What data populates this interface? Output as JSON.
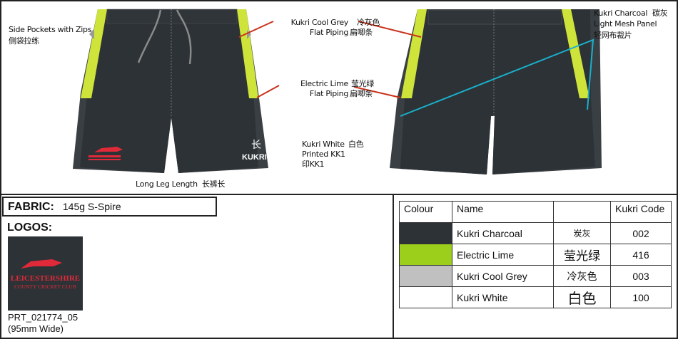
{
  "annotations": {
    "side_pockets": "Side Pockets with Zips",
    "side_pockets_cn": "侧袋拉练",
    "cool_grey": "Kukri Cool Grey",
    "cool_grey_cn": "冷灰色",
    "flat_piping": "Flat Piping",
    "flat_piping_cn": "扁唧条",
    "electric_lime": "Electric Lime",
    "electric_lime_cn": "莹光绿",
    "flat_piping2": "Flat Piping",
    "flat_piping2_cn": "扁唧条",
    "kukri_white": "Kukri White",
    "kukri_white_cn": "白色",
    "printed": "Printed KK1",
    "printed_cn": "印KK1",
    "long_leg": "Long Leg Length",
    "long_leg_cn": "长裤长",
    "charcoal": "Kukri Charcoal",
    "charcoal_cn": "碳灰",
    "mesh": "Light Mesh Panel",
    "mesh_cn": "轻网布裁片",
    "brand_mark": "KUKRI",
    "brand_glyph": "长"
  },
  "fabric": {
    "label": "FABRIC:",
    "value": "145g S-Spire"
  },
  "logos": {
    "label": "LOGOS:",
    "logo_line1": "LEICESTERSHIRE",
    "logo_line2": "COUNTY CRICKET CLUB",
    "code": "PRT_021774_05",
    "size": "(95mm Wide)"
  },
  "colour_table": {
    "headers": [
      "Colour",
      "Name",
      "",
      "Kukri Code"
    ],
    "rows": [
      {
        "swatch": "#2c3235",
        "name": "Kukri Charcoal",
        "cn": "炭灰",
        "code": "002"
      },
      {
        "swatch": "#9bcf1c",
        "name": "Electric Lime",
        "cn": "莹光绿",
        "code": "416"
      },
      {
        "swatch": "#c0c0c0",
        "name": "Kukri Cool Grey",
        "cn": "冷灰色",
        "code": "003"
      },
      {
        "swatch": "#ffffff",
        "name": "Kukri White",
        "cn": "白色",
        "code": "100"
      }
    ]
  },
  "colors": {
    "charcoal": "#2c3235",
    "lime": "#cfe43a",
    "mesh": "#3a3f43",
    "red_line": "#c8321a",
    "cyan_line": "#1ab0cc"
  }
}
